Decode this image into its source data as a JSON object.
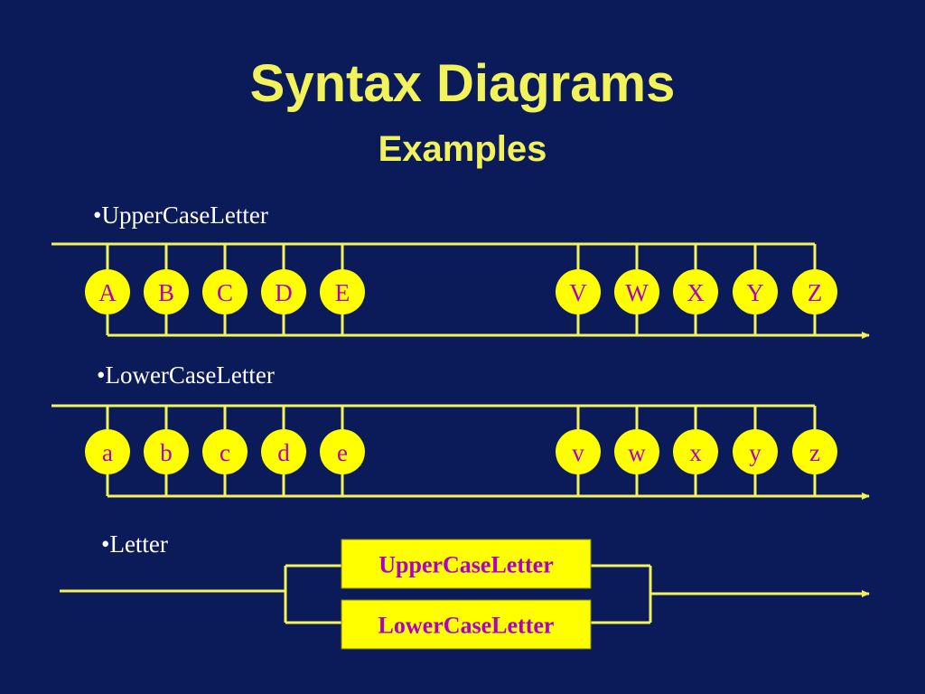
{
  "slide": {
    "title": "Syntax Diagrams",
    "subtitle": "Examples"
  },
  "colors": {
    "background": "#0b1b5a",
    "title": "#f2f25a",
    "line": "#f2f25a",
    "node_fill": "#ffff00",
    "node_text": "#b000c8",
    "label_text": "#ffffff"
  },
  "sections": {
    "upper": {
      "label": "•UpperCaseLetter",
      "nodes": [
        "A",
        "B",
        "C",
        "D",
        "E",
        "V",
        "W",
        "X",
        "Y",
        "Z"
      ]
    },
    "lower": {
      "label": "•LowerCaseLetter",
      "nodes": [
        "a",
        "b",
        "c",
        "d",
        "e",
        "v",
        "w",
        "x",
        "y",
        "z"
      ]
    },
    "letter": {
      "label": "•Letter",
      "boxes": [
        "UpperCaseLetter",
        "LowerCaseLetter"
      ]
    }
  }
}
